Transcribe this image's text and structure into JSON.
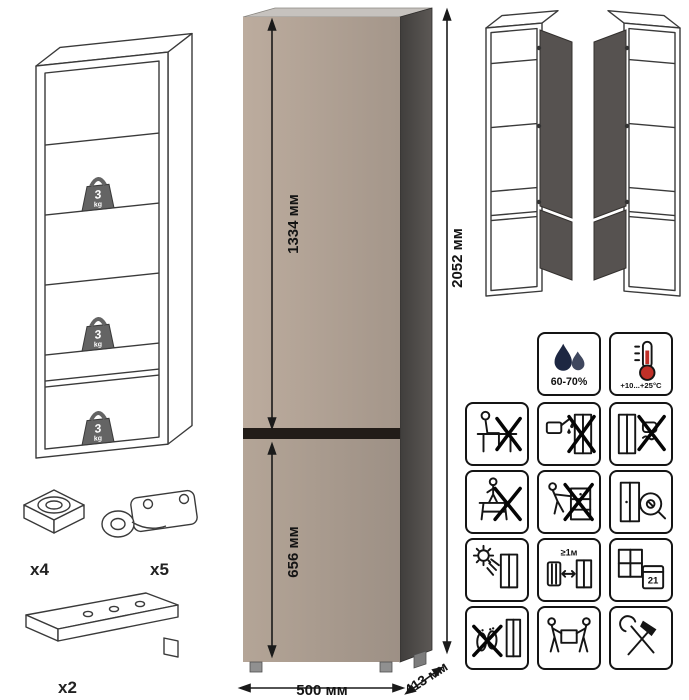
{
  "dimensions": {
    "upper_door_height": "1334 мм",
    "lower_door_height": "656 мм",
    "total_height": "2052 мм",
    "width": "500 мм",
    "depth": "413 мм"
  },
  "shelf_load": {
    "value": "3",
    "unit": "kg"
  },
  "hardware": {
    "foot_qty": "x4",
    "hinge_qty": "x5",
    "plinth_qty": "x2"
  },
  "care": {
    "humidity": "60-70%",
    "temperature": "+10...+25°С",
    "min_heat_distance": "≥1м",
    "calendar_day": "21"
  },
  "colors": {
    "front_upper": "#b3a496",
    "front_lower": "#ab9c8f",
    "side": "#4c4947",
    "top": "#c6c2be",
    "door_gap": "#221c18"
  },
  "pictogram_names": [
    "humidity-drops",
    "temperature-range",
    "no-sitting",
    "no-water-spill",
    "no-wet-cleaning",
    "no-climbing",
    "no-dragging",
    "check-fittings",
    "avoid-direct-sunlight",
    "keep-1m-from-heat",
    "ventilate-room",
    "no-bare-feet",
    "carry-with-two-persons",
    "assembly-tools"
  ]
}
